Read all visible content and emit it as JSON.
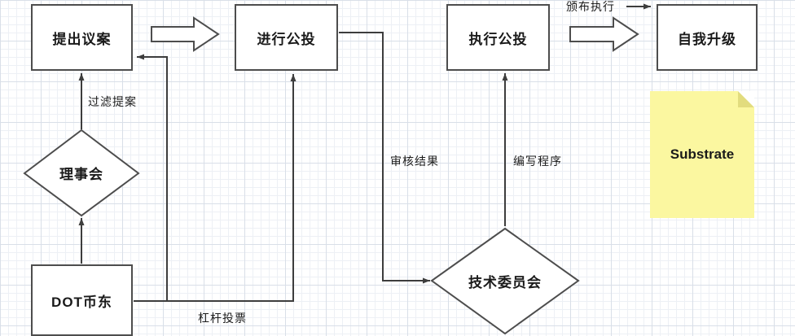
{
  "nodes": {
    "propose": "提出议案",
    "referendum": "进行公投",
    "execute": "执行公投",
    "upgrade": "自我升级",
    "council": "理事会",
    "dot_holder": "DOT币东",
    "tech_committee": "技术委员会"
  },
  "edges": {
    "filter_proposal": "过滤提案",
    "leverage_vote": "杠杆投票",
    "review_result": "审核结果",
    "write_program": "编写程序",
    "publish_execute": "颁布执行"
  },
  "note": {
    "text": "Substrate",
    "color": "#fbf7a0"
  },
  "colors": {
    "line": "#3d3d3d",
    "shape_border": "#4d4d4d",
    "grid_minor": "#edf0f5",
    "grid_major": "#d9dfe8"
  }
}
